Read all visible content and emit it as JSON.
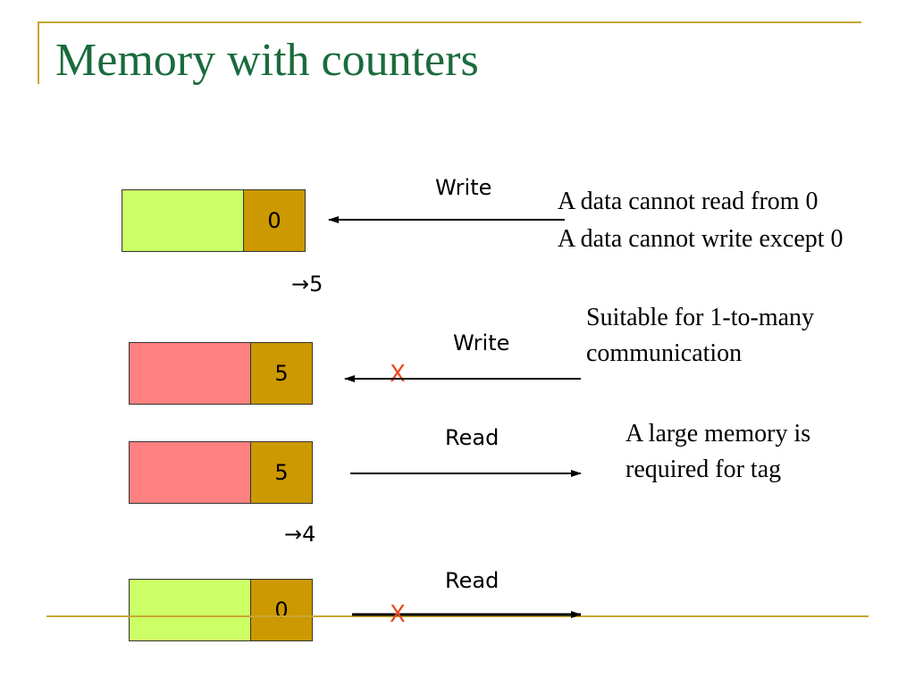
{
  "title": "Memory with counters",
  "colors": {
    "free": "#ccff66",
    "busy": "#ff8080",
    "counter": "#cc9900",
    "cross": "#e84a1e",
    "title": "#1a6b3c"
  },
  "rows": [
    {
      "counter": "0",
      "state": "free",
      "action": "Write",
      "direction": "in",
      "blocked": false
    },
    {
      "counter": "5",
      "state": "busy",
      "action": "Write",
      "direction": "in",
      "blocked": true
    },
    {
      "counter": "5",
      "state": "busy",
      "action": "Read",
      "direction": "out",
      "blocked": false
    },
    {
      "counter": "0",
      "state": "free",
      "action": "Read",
      "direction": "out",
      "blocked": true
    }
  ],
  "transitions": [
    "→5",
    "→4"
  ],
  "cross_mark": "X",
  "notes": {
    "rule_1": "A data cannot read from 0",
    "rule_2": "A data cannot write except 0",
    "suitable_1": "Suitable for 1-to-many",
    "suitable_2": "communication",
    "memory_1": "A large memory is",
    "memory_2": "required for tag"
  }
}
